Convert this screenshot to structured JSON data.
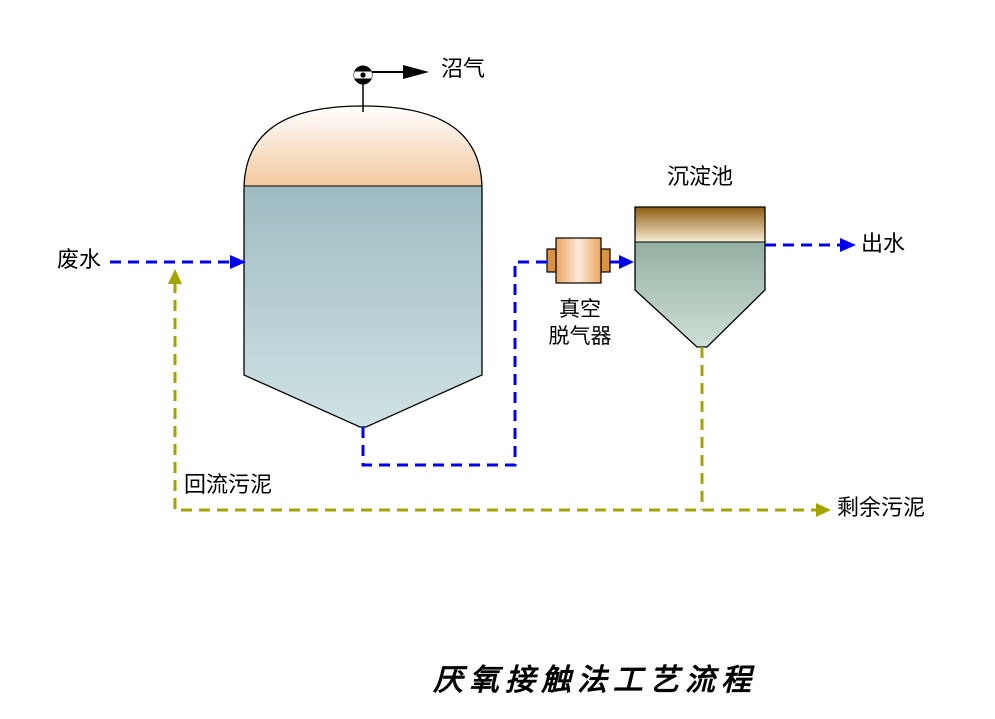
{
  "title": "厌氧接触法工艺流程",
  "labels": {
    "biogas": "沼气",
    "wastewater": "废水",
    "sedimentation_tank": "沉淀池",
    "degasser_line1": "真空",
    "degasser_line2": "脱气器",
    "effluent": "出水",
    "return_sludge": "回流污泥",
    "excess_sludge": "剩余污泥"
  },
  "colors": {
    "flow_water": "#0000ee",
    "flow_sludge": "#a4a400",
    "ink": "#000000",
    "dome_top": "#ffffff",
    "dome_bottom": "#f0c395",
    "liquid_top": "#9fbcc2",
    "liquid_bottom": "#cfe2e4",
    "tank_band_top": "#8f5c12",
    "tank_band_bottom": "#f7ecd2",
    "tank_liquid_top": "#93b0a2",
    "tank_liquid_bottom": "#cfe0d6",
    "degasser_edge": "#eda45c",
    "degasser_center": "#fceadd",
    "degasser_tab": "#d99243"
  }
}
